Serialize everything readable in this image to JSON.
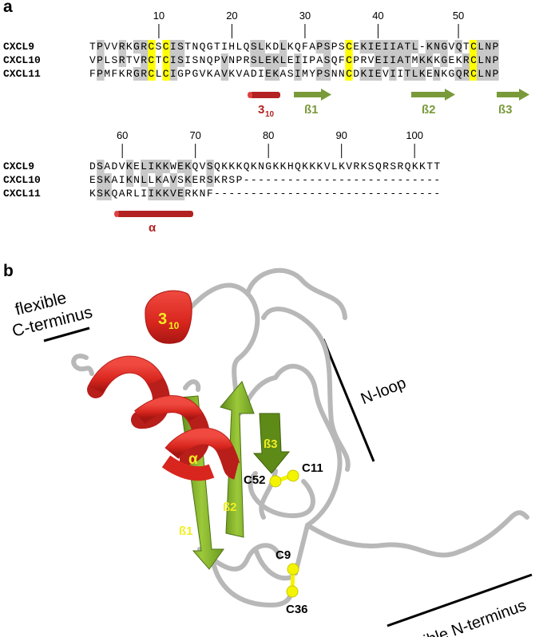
{
  "panel_a": {
    "label": "a",
    "block1": {
      "ticks": [
        "10",
        "20",
        "30",
        "40",
        "50"
      ],
      "rows": [
        {
          "name": "CXCL9",
          "seq": "TPVVRKGRCSCISTNQGTIHLQSLKDLKQFAPSPSCEKIEIIATL-KNGVQTCLNP"
        },
        {
          "name": "CXCL10",
          "seq": "VPLSRTVRCTCISISNQPVNPRSLEKLEIIPASQFCPRVEIIATMKKKGEKRCLNP"
        },
        {
          "name": "CXCL11",
          "seq": "FPMFKRGRCLCIGPGVKAVKVADIEKASIMYPSNNCDKIEVIITLKENKGQRCLNP"
        }
      ],
      "ss_310": "3",
      "ss_310_sub": "10",
      "ss_b1": "ß1",
      "ss_b2": "ß2",
      "ss_b3": "ß3"
    },
    "block2": {
      "ticks": [
        "60",
        "70",
        "80",
        "90",
        "100"
      ],
      "rows": [
        {
          "name": "CXCL9",
          "seq": "DSADVKELIKKWEKQVSQKKKQKNGKKHQKKKVLKVRKSQRSRQKKTT"
        },
        {
          "name": "CXCL10",
          "seq": "ESKAIKNLLKAVSKERSKRSP---------------------------"
        },
        {
          "name": "CXCL11",
          "seq": "KSKQARLIIKKVERKNF-------------------------------"
        }
      ],
      "ss_alpha": "α"
    }
  },
  "panel_b": {
    "label": "b",
    "labels": {
      "flexible_c_1": "flexible",
      "flexible_c_2": "C-terminus",
      "n_loop": "N-loop",
      "flexible_n": "flexible N-terminus",
      "helix_310": "3",
      "helix_310_sub": "10",
      "alpha": "α",
      "b1": "ß1",
      "b2": "ß2",
      "b3": "ß3",
      "c52": "C52",
      "c11": "C11",
      "c9": "C9",
      "c36": "C36"
    }
  },
  "colors": {
    "conserved": "#c8c8c8",
    "cysteine": "#ffff00",
    "helix": "#e0302a",
    "helix_dark": "#b81e1a",
    "strand": "#8ab42c",
    "strand_dark": "#5e8a18",
    "strand_label": "#7a9a3a",
    "ss_red": "#b22222",
    "coil": "#b8b8b8",
    "disulfide": "#f4f400",
    "label_yellow": "#f2ee22"
  }
}
